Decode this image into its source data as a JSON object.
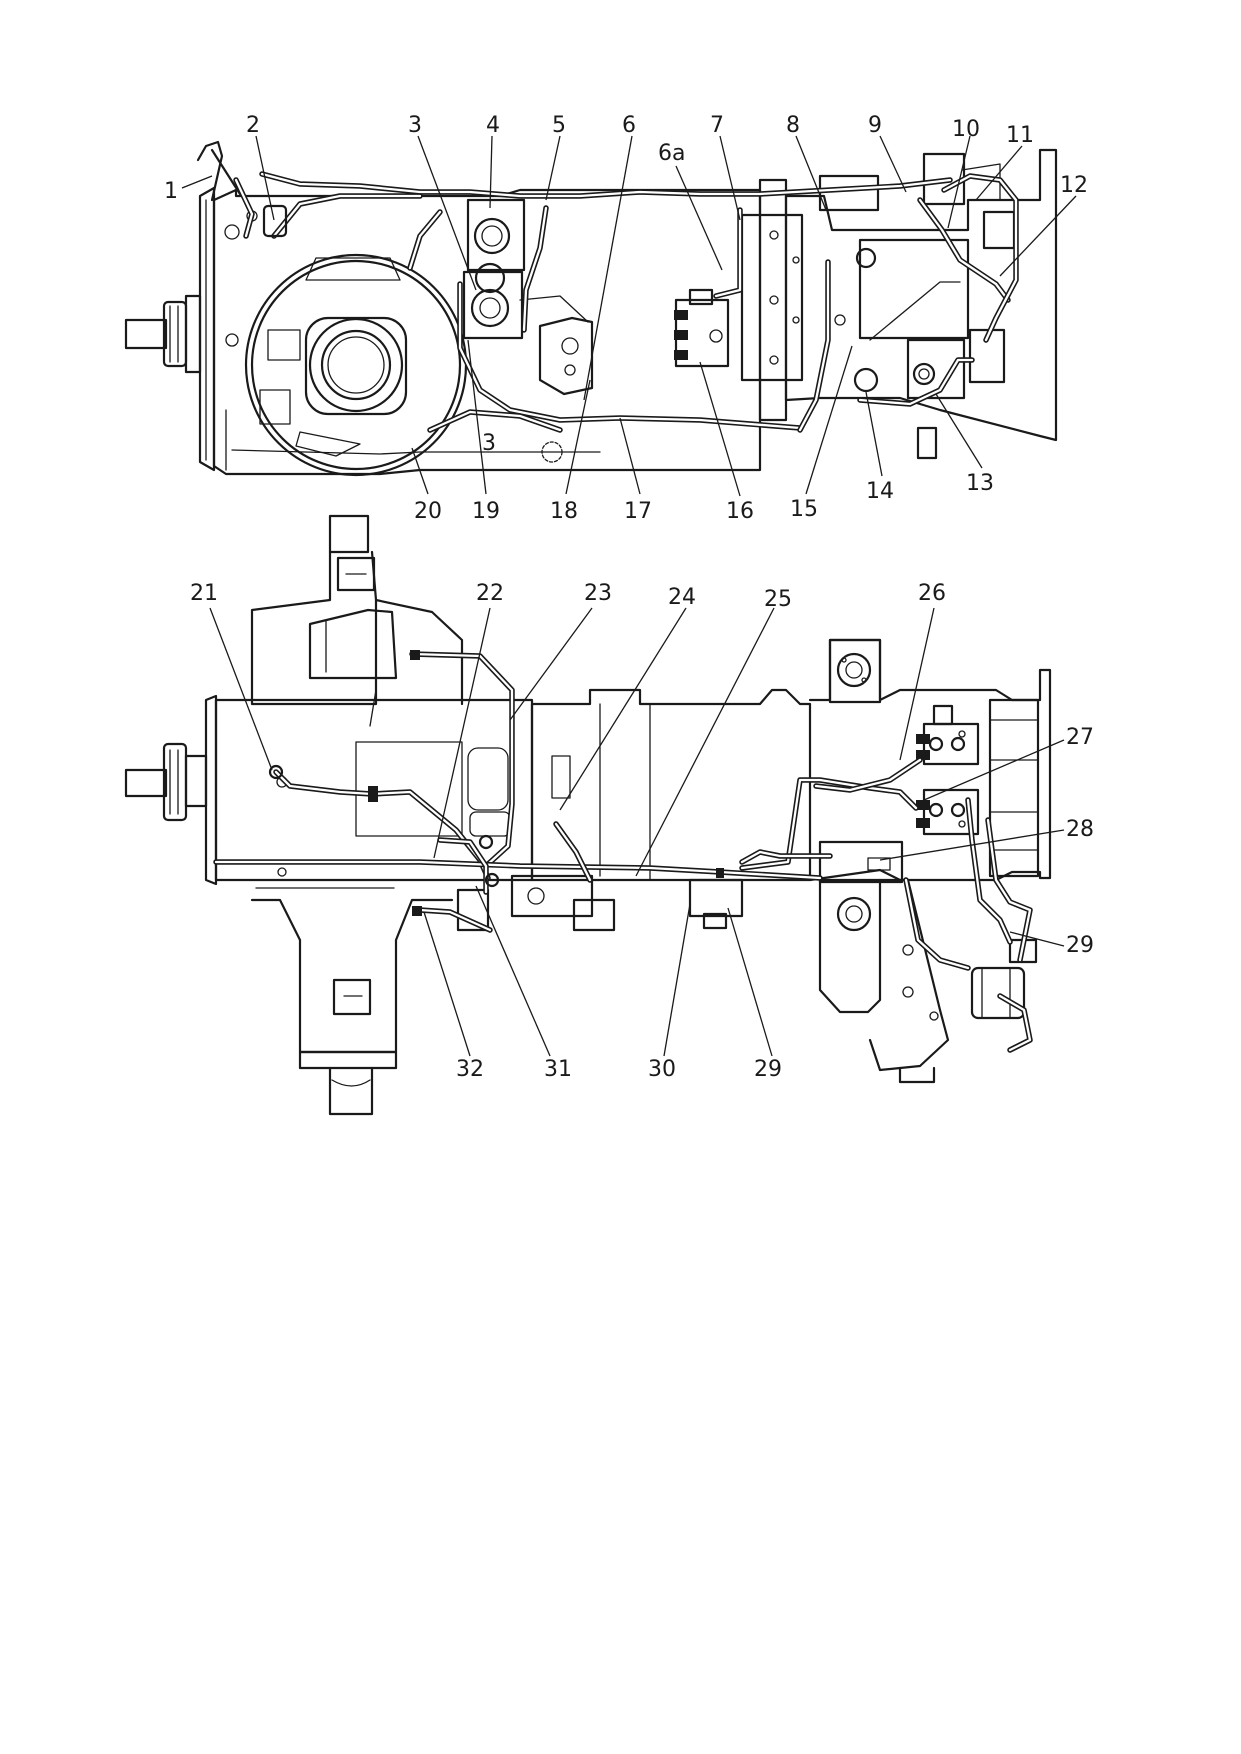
{
  "views": {
    "top": {
      "callouts": [
        {
          "label": "1"
        },
        {
          "label": "2"
        },
        {
          "label": "3"
        },
        {
          "label": "4"
        },
        {
          "label": "5"
        },
        {
          "label": "6"
        },
        {
          "label": "6a"
        },
        {
          "label": "7"
        },
        {
          "label": "8"
        },
        {
          "label": "9"
        },
        {
          "label": "10"
        },
        {
          "label": "11"
        },
        {
          "label": "12"
        },
        {
          "label": "13"
        },
        {
          "label": "14"
        },
        {
          "label": "15"
        },
        {
          "label": "16"
        },
        {
          "label": "17"
        },
        {
          "label": "18"
        },
        {
          "label": "19"
        },
        {
          "label": "20"
        }
      ],
      "inner_mark": "3"
    },
    "bottom": {
      "callouts": [
        {
          "label": "21"
        },
        {
          "label": "22"
        },
        {
          "label": "23"
        },
        {
          "label": "24"
        },
        {
          "label": "25"
        },
        {
          "label": "26"
        },
        {
          "label": "27"
        },
        {
          "label": "28"
        },
        {
          "label": "29"
        },
        {
          "label": "29"
        },
        {
          "label": "30"
        },
        {
          "label": "31"
        },
        {
          "label": "32"
        }
      ]
    }
  }
}
